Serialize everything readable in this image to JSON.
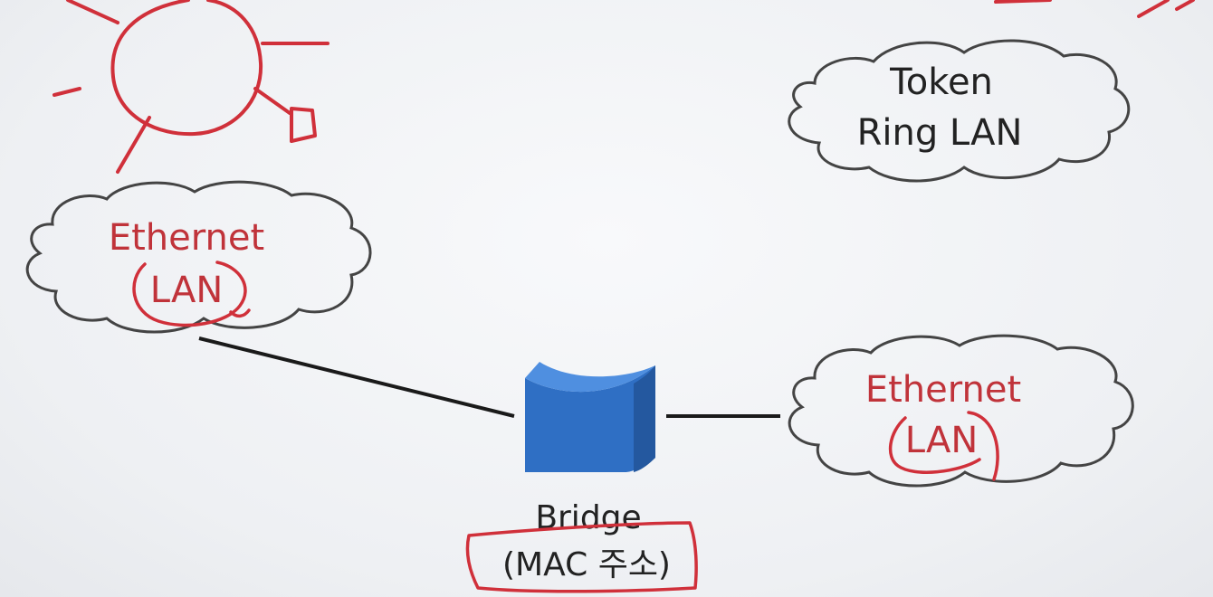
{
  "nodes": {
    "token_ring": {
      "line1": "Token",
      "line2": "Ring LAN"
    },
    "ethernet_left": {
      "line1": "Ethernet",
      "line2": "LAN"
    },
    "ethernet_right": {
      "line1": "Ethernet",
      "line2": "LAN"
    },
    "bridge": {
      "name": "Bridge",
      "sub": "(MAC 주소)"
    }
  },
  "colors": {
    "annotation_red": "#d0303a",
    "bridge_blue": "#2f6fc4",
    "text_dark": "#222222",
    "text_red": "#c0333a",
    "link_line": "#1a1a1a"
  }
}
